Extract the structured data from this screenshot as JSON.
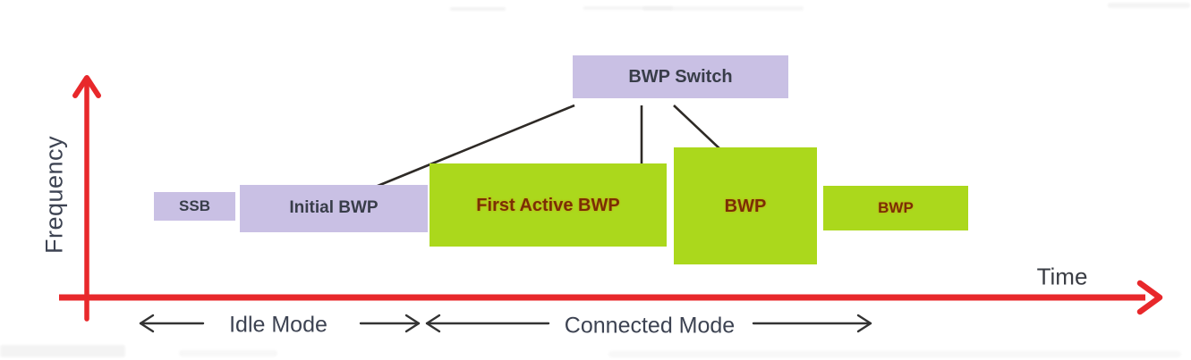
{
  "axes": {
    "y_label": "Frequency",
    "x_label": "Time"
  },
  "boxes": {
    "ssb": {
      "label": "SSB",
      "color_group": "purple"
    },
    "initial_bwp": {
      "label": "Initial BWP",
      "color_group": "purple"
    },
    "bwp_switch": {
      "label": "BWP Switch",
      "color_group": "purple"
    },
    "first_active_bwp": {
      "label": "First Active BWP",
      "color_group": "green"
    },
    "bwp_mid": {
      "label": "BWP",
      "color_group": "green"
    },
    "bwp_right": {
      "label": "BWP",
      "color_group": "green"
    }
  },
  "mode_spans": {
    "idle": {
      "label": "Idle Mode"
    },
    "connected": {
      "label": "Connected Mode"
    }
  },
  "connectors": [
    {
      "from": "bwp_switch",
      "to": "initial_bwp"
    },
    {
      "from": "bwp_switch",
      "to": "first_active_bwp"
    },
    {
      "from": "bwp_switch",
      "to": "bwp_mid"
    }
  ],
  "colors": {
    "purple_box": "#c9c0e4",
    "green_box": "#abd81c",
    "axis_red": "#e8282b",
    "connector_line": "#2e2a26",
    "mode_arrow": "#333333",
    "box_dark_text": "#383d49",
    "green_box_text": "#7a2e05",
    "axis_label_text": "#3d4352"
  }
}
